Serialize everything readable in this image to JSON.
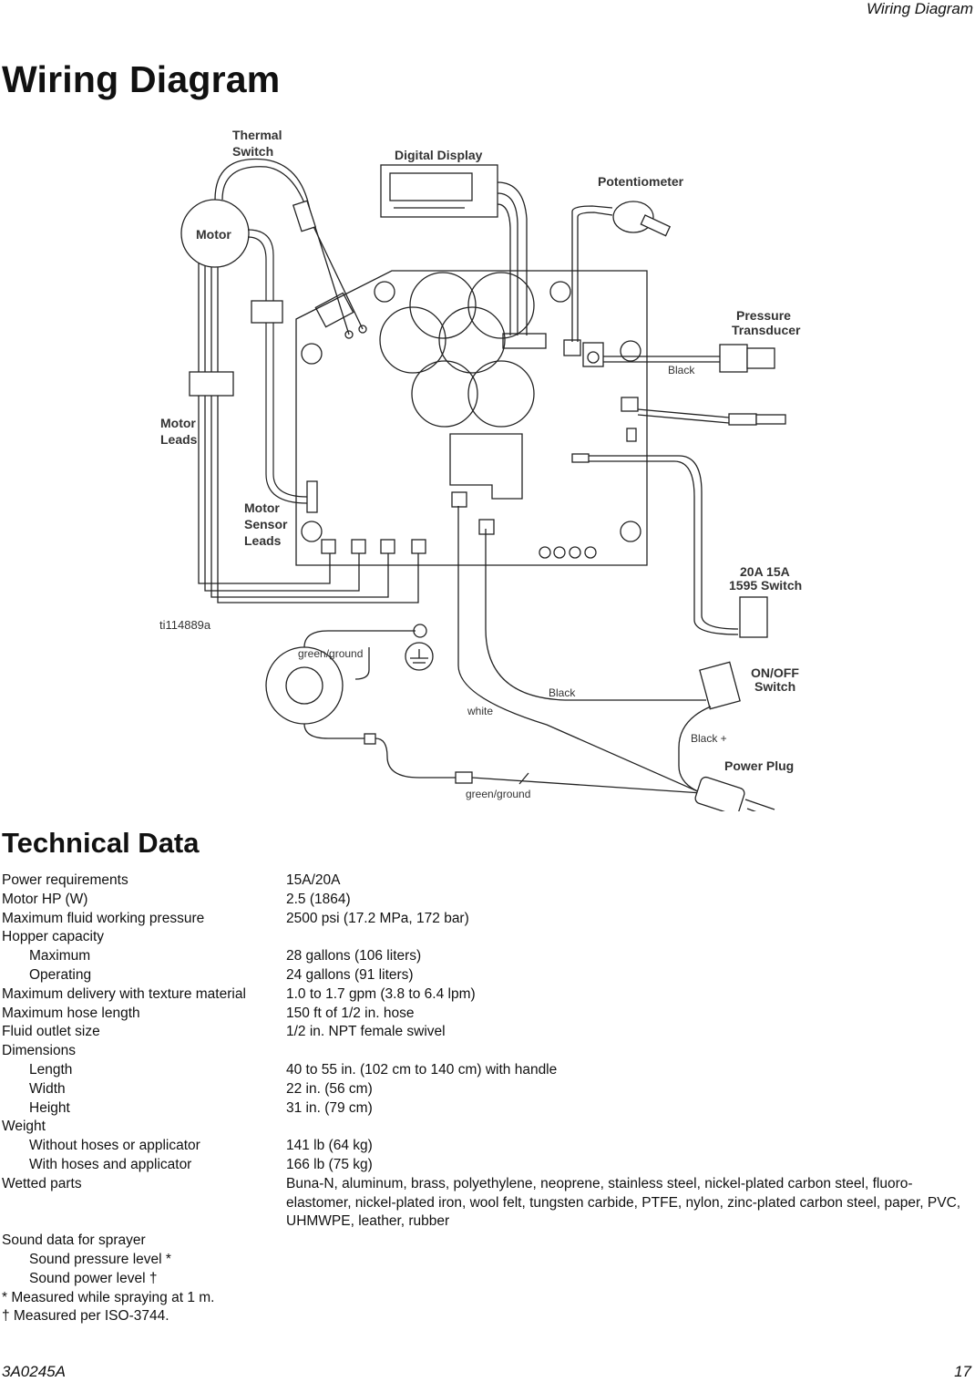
{
  "header": {
    "running_title": "Wiring Diagram"
  },
  "section1": {
    "title": "Wiring Diagram"
  },
  "diagram": {
    "labels": {
      "thermal_switch": [
        "Thermal",
        "Switch"
      ],
      "digital_display": "Digital Display",
      "potentiometer": "Potentiometer",
      "motor": "Motor",
      "pressure_transducer": [
        "Pressure",
        "Transducer"
      ],
      "black_transducer": "Black",
      "motor_leads": [
        "Motor",
        "Leads"
      ],
      "motor_sensor_leads": [
        "Motor",
        "Sensor",
        "Leads"
      ],
      "switch_1595": [
        "20A  15A",
        "1595 Switch"
      ],
      "figure_id": "ti114889a",
      "green_ground_top": "green/ground",
      "black_mid": "Black",
      "on_off_switch": [
        "ON/OFF",
        "Switch"
      ],
      "white": "white",
      "black_plus": "Black +",
      "power_plug": "Power Plug",
      "green_ground_bottom": "green/ground"
    }
  },
  "section2": {
    "title": "Technical Data"
  },
  "specs": [
    {
      "key": "Power requirements",
      "value": "15A/20A",
      "indent": false
    },
    {
      "key": "Motor HP (W)",
      "value": "2.5 (1864)",
      "indent": false
    },
    {
      "key": "Maximum fluid working pressure",
      "value": "2500 psi (17.2 MPa, 172 bar)",
      "indent": false
    },
    {
      "key": "Hopper capacity",
      "value": "",
      "indent": false
    },
    {
      "key": "Maximum",
      "value": "28 gallons (106 liters)",
      "indent": true
    },
    {
      "key": "Operating",
      "value": "24 gallons (91 liters)",
      "indent": true
    },
    {
      "key": "Maximum delivery with texture material",
      "value": "1.0 to 1.7 gpm (3.8 to 6.4 lpm)",
      "indent": false
    },
    {
      "key": "Maximum hose length",
      "value": "150 ft of 1/2 in. hose",
      "indent": false
    },
    {
      "key": "Fluid outlet size",
      "value": "1/2 in. NPT female swivel",
      "indent": false
    },
    {
      "key": "Dimensions",
      "value": "",
      "indent": false
    },
    {
      "key": "Length",
      "value": "40 to 55 in. (102 cm to 140 cm) with handle",
      "indent": true
    },
    {
      "key": "Width",
      "value": "22 in. (56 cm)",
      "indent": true
    },
    {
      "key": "Height",
      "value": "31 in. (79 cm)",
      "indent": true
    },
    {
      "key": "Weight",
      "value": "",
      "indent": false
    },
    {
      "key": "Without hoses or applicator",
      "value": "141 lb (64 kg)",
      "indent": true
    },
    {
      "key": "With hoses and applicator",
      "value": "166 lb (75 kg)",
      "indent": true
    },
    {
      "key": "Wetted parts",
      "value": "Buna-N, aluminum, brass, polyethylene, neoprene, stainless steel, nickel-plated carbon steel, fluoro-elastomer, nickel-plated iron, wool felt, tungsten carbide, PTFE, nylon, zinc-plated carbon steel, paper, PVC, UHMWPE, leather, rubber",
      "indent": false
    },
    {
      "key": "Sound data for sprayer",
      "value": "",
      "indent": false
    },
    {
      "key": "Sound pressure level *",
      "value": "",
      "indent": true
    },
    {
      "key": "Sound power level †",
      "value": "",
      "indent": true
    },
    {
      "key": "* Measured while spraying at 1 m.",
      "value": "",
      "indent": false
    },
    {
      "key": "† Measured per ISO-3744.",
      "value": "",
      "indent": false
    }
  ],
  "footer": {
    "doc_number": "3A0245A",
    "page_number": "17"
  }
}
